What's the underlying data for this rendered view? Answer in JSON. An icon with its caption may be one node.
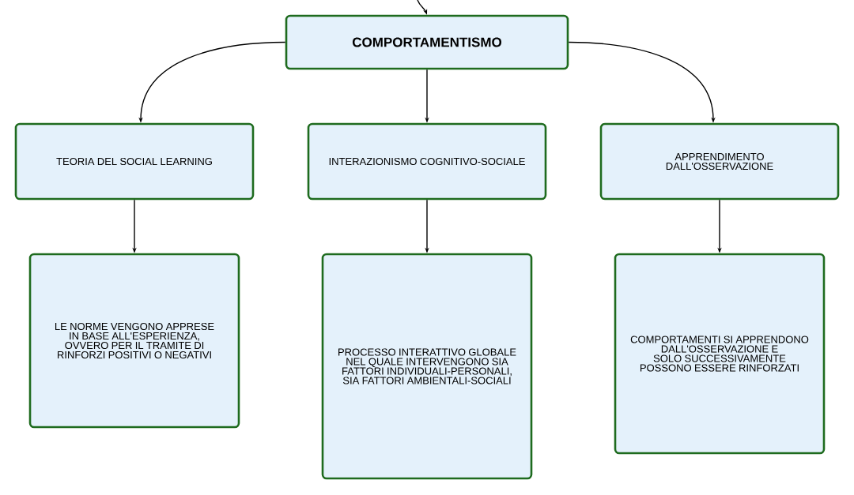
{
  "diagram": {
    "nodes": [
      {
        "text": [
          "COMPORTAMENTISMO"
        ]
      },
      {
        "text": [
          "TEORIA DEL SOCIAL LEARNING"
        ]
      },
      {
        "text": [
          "INTERAZIONISMO COGNITIVO-SOCIALE"
        ]
      },
      {
        "text": [
          "APPRENDIMENTO DALL'OSSERVAZIONE"
        ]
      },
      {
        "text": [
          "LE NORME VENGONO APPRESE IN BASE ALL'ESPERIENZA, OVVERO PER IL TRAMITE DI RINFORZI POSITIVI O NEGATIVI"
        ]
      },
      {
        "text": [
          "PROCESSO INTERATTIVO GLOBALE NEL QUALE INTERVENGONO SIA FATTORI INDIVIDUALI-PERSONALI, SIA FATTORI AMBIENTALI-SOCIALI"
        ]
      },
      {
        "text": [
          "COMPORTAMENTI SI APPRENDONO DALL'OSSERVAZIONE E SOLO SUCCESSIVAMENTE POSSONO ESSERE RINFORZATI"
        ]
      }
    ],
    "edges": [
      {
        "from": null,
        "to": 0,
        "arrow": "to"
      },
      {
        "from": 0,
        "to": 1,
        "arrow": "to"
      },
      {
        "from": 0,
        "to": 2,
        "arrow": "to"
      },
      {
        "from": 0,
        "to": 3,
        "arrow": "to"
      },
      {
        "from": 1,
        "to": 4,
        "arrow": "to"
      },
      {
        "from": 2,
        "to": 5,
        "arrow": "to"
      },
      {
        "from": 3,
        "to": 6,
        "arrow": "to"
      }
    ]
  }
}
